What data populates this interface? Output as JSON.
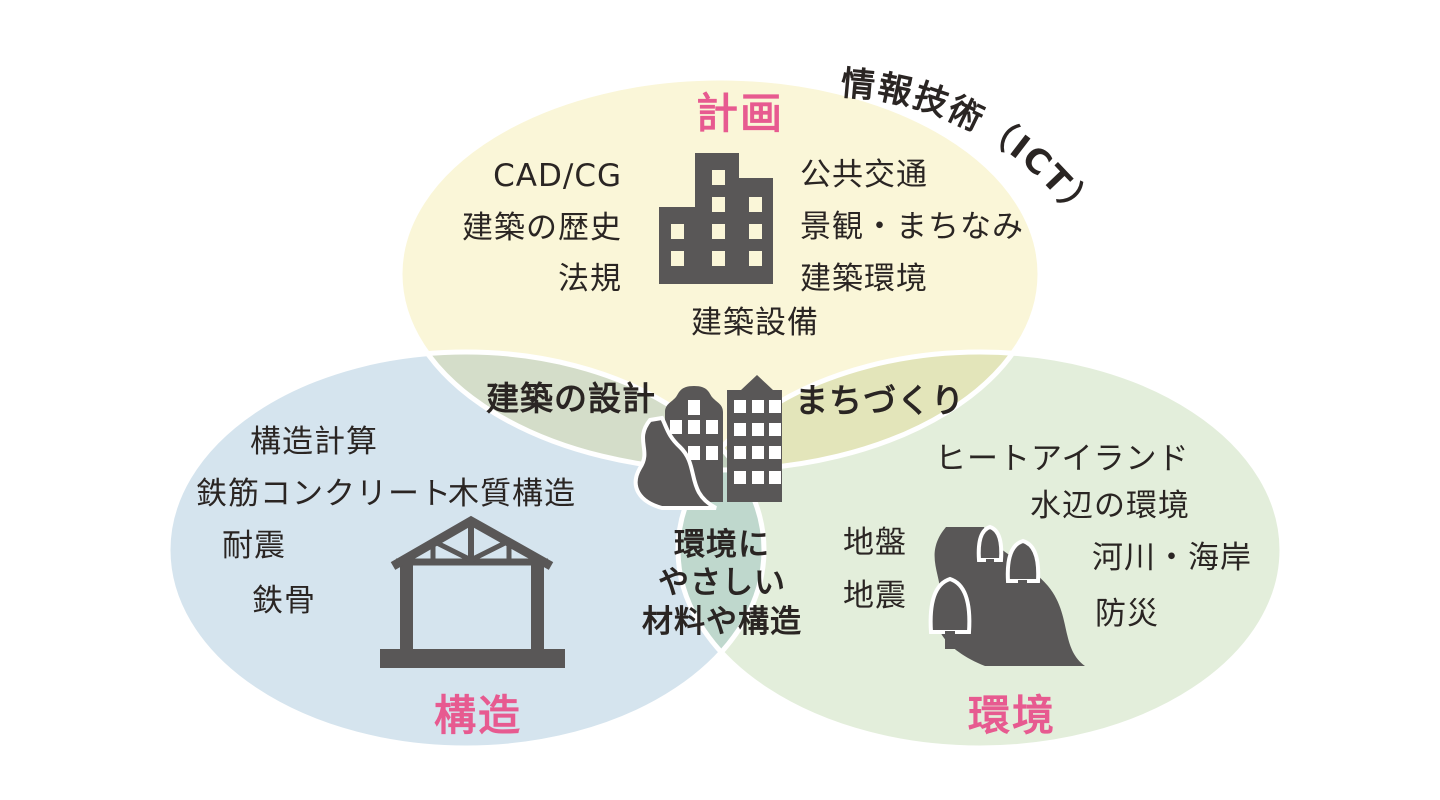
{
  "diagram": {
    "ict_label": "情報技術（ICT）",
    "plan": {
      "title": "計画",
      "items_left": [
        "CAD/CG",
        "建築の歴史",
        "法規"
      ],
      "items_right": [
        "公共交通",
        "景観・まちなみ",
        "建築環境"
      ],
      "item_bottom": "建築設備"
    },
    "structure": {
      "title": "構造",
      "items": [
        "構造計算",
        "鉄筋コンクリート",
        "木質構造",
        "耐震",
        "鉄骨"
      ]
    },
    "environment": {
      "title": "環境",
      "items": [
        "ヒートアイランド",
        "水辺の環境",
        "地盤",
        "地震",
        "河川・海岸",
        "防災"
      ]
    },
    "overlaps": {
      "plan_structure": "建築の設計",
      "plan_environment": "まちづくり",
      "structure_environment": [
        "環境に",
        "やさしい",
        "材料や構造"
      ]
    },
    "colors": {
      "plan_fill": "#faf6d8",
      "structure_fill": "#d5e4ee",
      "environment_fill": "#e3eedb",
      "overlap_plan_structure": "#d4ddc9",
      "overlap_plan_environment": "#e3e5ba",
      "overlap_structure_environment": "#bfd8cd",
      "overlap_center": "#c2d1bf",
      "title_pink": "#e75a90",
      "icon_gray": "#595757",
      "text_black": "#2a2523",
      "divider_white": "#ffffff"
    },
    "icons": [
      "office-building-icon",
      "city-design-icon",
      "truss-frame-icon",
      "river-trees-icon"
    ]
  }
}
